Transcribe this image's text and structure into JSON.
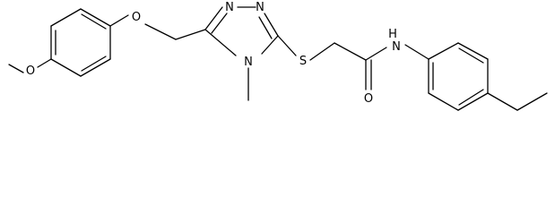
{
  "diagram": {
    "type": "chemical-structure",
    "colors": {
      "bond": "#000000",
      "label": "#000000",
      "background": "#ffffff"
    },
    "atom_labels": {
      "o_methoxy": "O",
      "o_ether": "O",
      "n_ring_1": "N",
      "n_ring_2": "N",
      "n_ring_methyl": "N",
      "s_thioether": "S",
      "o_carbonyl": "O",
      "n_amide": "N",
      "h_amide": "H"
    }
  }
}
